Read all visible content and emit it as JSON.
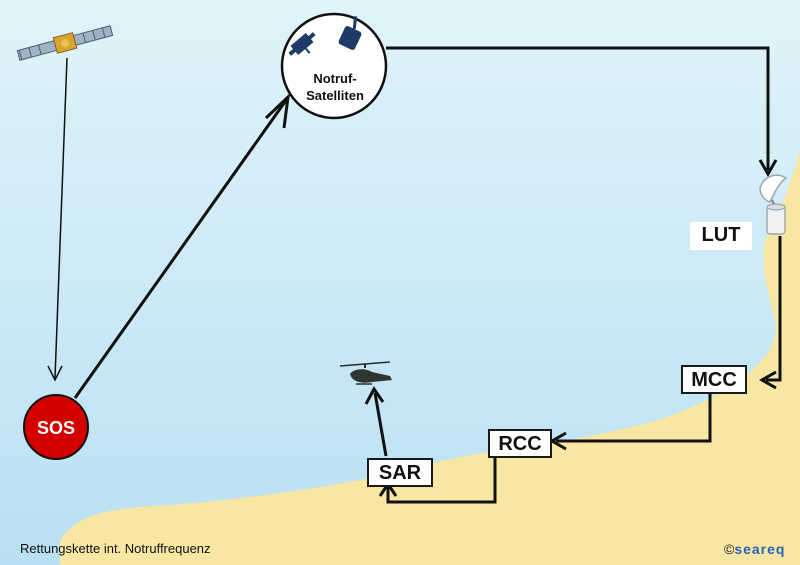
{
  "nodes": {
    "satellites_label_line1": "Notruf-",
    "satellites_label_line2": "Satelliten",
    "sos_label": "SOS",
    "lut_label": "LUT",
    "mcc_label": "MCC",
    "rcc_label": "RCC",
    "sar_label": "SAR"
  },
  "caption": "Rettungskette int. Notruffrequenz",
  "copyright": {
    "symbol": "©",
    "brand": "seareq"
  },
  "colors": {
    "sky_top": "#d6eff8",
    "sky_bottom": "#bfe3f3",
    "sand": "#f8e7a3",
    "sos_red": "#d40000",
    "arrow": "#111111",
    "satellite_blue": "#1e3a66",
    "brand_blue": "#2c62b8"
  },
  "icons": {
    "orbit_satellite": "satellite-icon",
    "emergency_satellites": "satellite-pair-icon",
    "ground_station": "dish-antenna-icon",
    "rescue": "helicopter-icon"
  }
}
